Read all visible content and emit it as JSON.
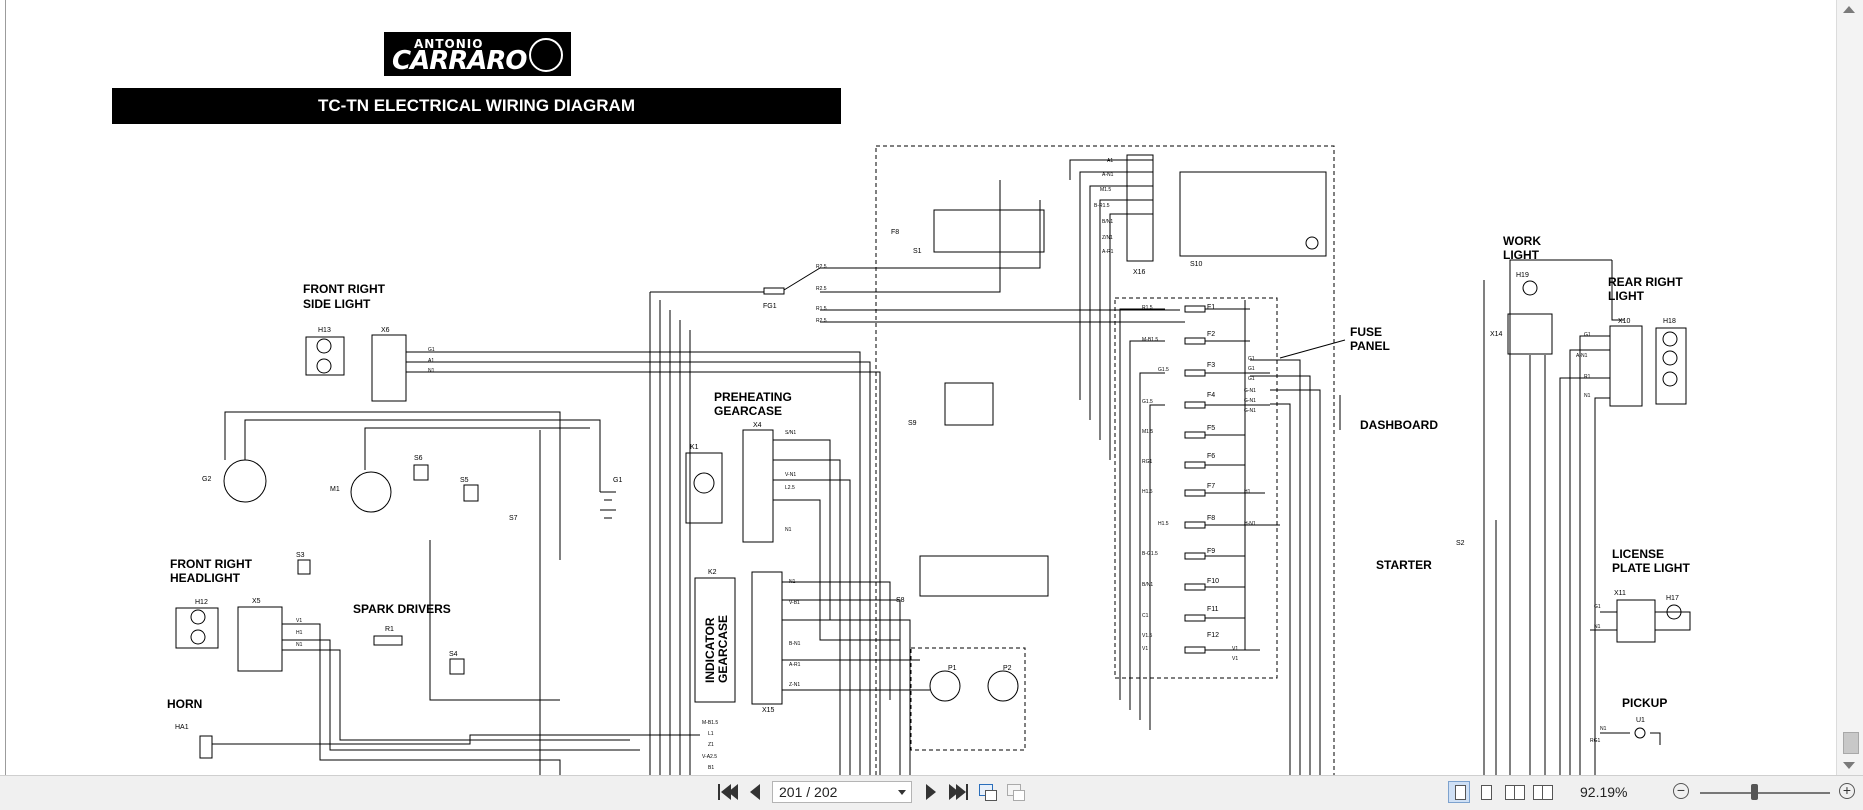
{
  "document": {
    "logo": {
      "top": "ANTONIO",
      "main": "CARRARO"
    },
    "title": "TC-TN ELECTRICAL WIRING DIAGRAM"
  },
  "labels": {
    "front_right_side_light": [
      "FRONT RIGHT",
      "SIDE LIGHT"
    ],
    "front_right_headlight": [
      "FRONT RIGHT",
      "HEADLIGHT"
    ],
    "spark_drivers": "SPARK DRIVERS",
    "horn": "HORN",
    "preheating_gearcase": [
      "PREHEATING",
      "GEARCASE"
    ],
    "indicator_gearcase": [
      "INDICATOR",
      "GEARCASE"
    ],
    "fuse_panel": [
      "FUSE",
      "PANEL"
    ],
    "dashboard": "DASHBOARD",
    "starter": "STARTER",
    "work_light": [
      "WORK",
      "LIGHT"
    ],
    "rear_right_light": [
      "REAR RIGHT",
      "LIGHT"
    ],
    "license_plate_light": [
      "LICENSE",
      "PLATE LIGHT"
    ],
    "pickup": "PICKUP"
  },
  "components": {
    "H13": "H13",
    "X6": "X6",
    "G2": "G2",
    "M1": "M1",
    "S6": "S6",
    "S5": "S5",
    "S7": "S7",
    "G1": "G1",
    "S3": "S3",
    "H12": "H12",
    "X5": "X5",
    "R1": "R1",
    "S4": "S4",
    "HA1": "HA1",
    "FG1": "FG1",
    "S1": "S1",
    "F8": "F8",
    "K1": "K1",
    "X4": "X4",
    "K2": "K2",
    "X15": "X15",
    "S9": "S9",
    "S8": "S8",
    "P1": "P1",
    "P2": "P2",
    "X16": "X16",
    "S10": "S10",
    "H19": "H19",
    "X14": "X14",
    "X10": "X10",
    "H18": "H18",
    "S2": "S2",
    "X11": "X11",
    "H17": "H17",
    "U1": "U1"
  },
  "fuses": [
    "F1",
    "F2",
    "F3",
    "F4",
    "F5",
    "F6",
    "F7",
    "F8",
    "F9",
    "F10",
    "F11",
    "F12"
  ],
  "wires": {
    "fuse_panel_left": [
      "R1.5",
      "M-B1.5",
      "G1.5",
      "G1.5",
      "M1.5",
      "RG1",
      "H1.5",
      "H1.5",
      "B-G1.5",
      "B/N1",
      "C1",
      "V1.5",
      "V1"
    ],
    "fuse_panel_right": [
      "G1",
      "G1",
      "G1",
      "G-N1",
      "G-N1",
      "G-N1",
      "H1",
      "H-N1",
      "V1",
      "V1"
    ],
    "fg1": [
      "R2.5",
      "R2.5",
      "R1.5",
      "R2.5"
    ],
    "x16": [
      "A1",
      "A-N1",
      "M1.5",
      "B-R1.5",
      "B/N1",
      "Z/N1",
      "A-R1"
    ],
    "x6": [
      "G1",
      "A1",
      "N1"
    ],
    "x5": [
      "V1",
      "H1",
      "N1"
    ],
    "x4": [
      "S/N1",
      "V-N1",
      "L2.5",
      "N1"
    ],
    "x15": [
      "N1",
      "V-B1",
      "B-N1",
      "A-R1",
      "Z-N1"
    ],
    "bottom": [
      "M-B1.5",
      "L1",
      "Z1",
      "V-A2.5",
      "B1"
    ],
    "x10": [
      "G1",
      "A-N1",
      "R1",
      "N1"
    ],
    "x11": [
      "G1",
      "N1"
    ],
    "u1": [
      "N1",
      "RG1"
    ]
  },
  "viewer": {
    "page_field": "201 / 202",
    "zoom": "92.19%",
    "zoom_fraction": 0.42
  }
}
